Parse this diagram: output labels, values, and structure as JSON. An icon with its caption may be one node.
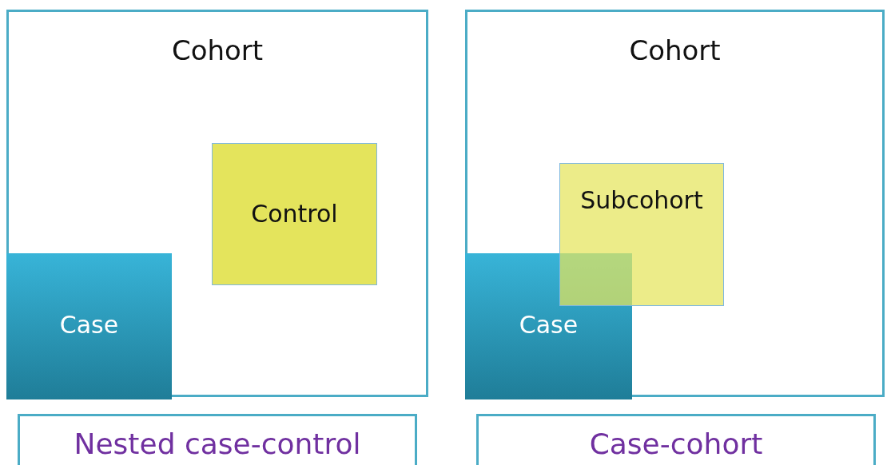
{
  "diagram": {
    "nodes": [
      {
        "text": [
          "Cohort"
        ]
      },
      {
        "text": [
          "Control"
        ],
        "in": 0
      },
      {
        "text": [
          "Case"
        ],
        "in": 0
      },
      {
        "text": [
          "Nested case-control"
        ]
      },
      {
        "text": [
          "Cohort"
        ]
      },
      {
        "text": [
          "Subcohort"
        ],
        "in": 4
      },
      {
        "text": [
          "Case"
        ],
        "in": 4
      },
      {
        "text": [
          "Case-cohort"
        ]
      }
    ],
    "edges": []
  }
}
